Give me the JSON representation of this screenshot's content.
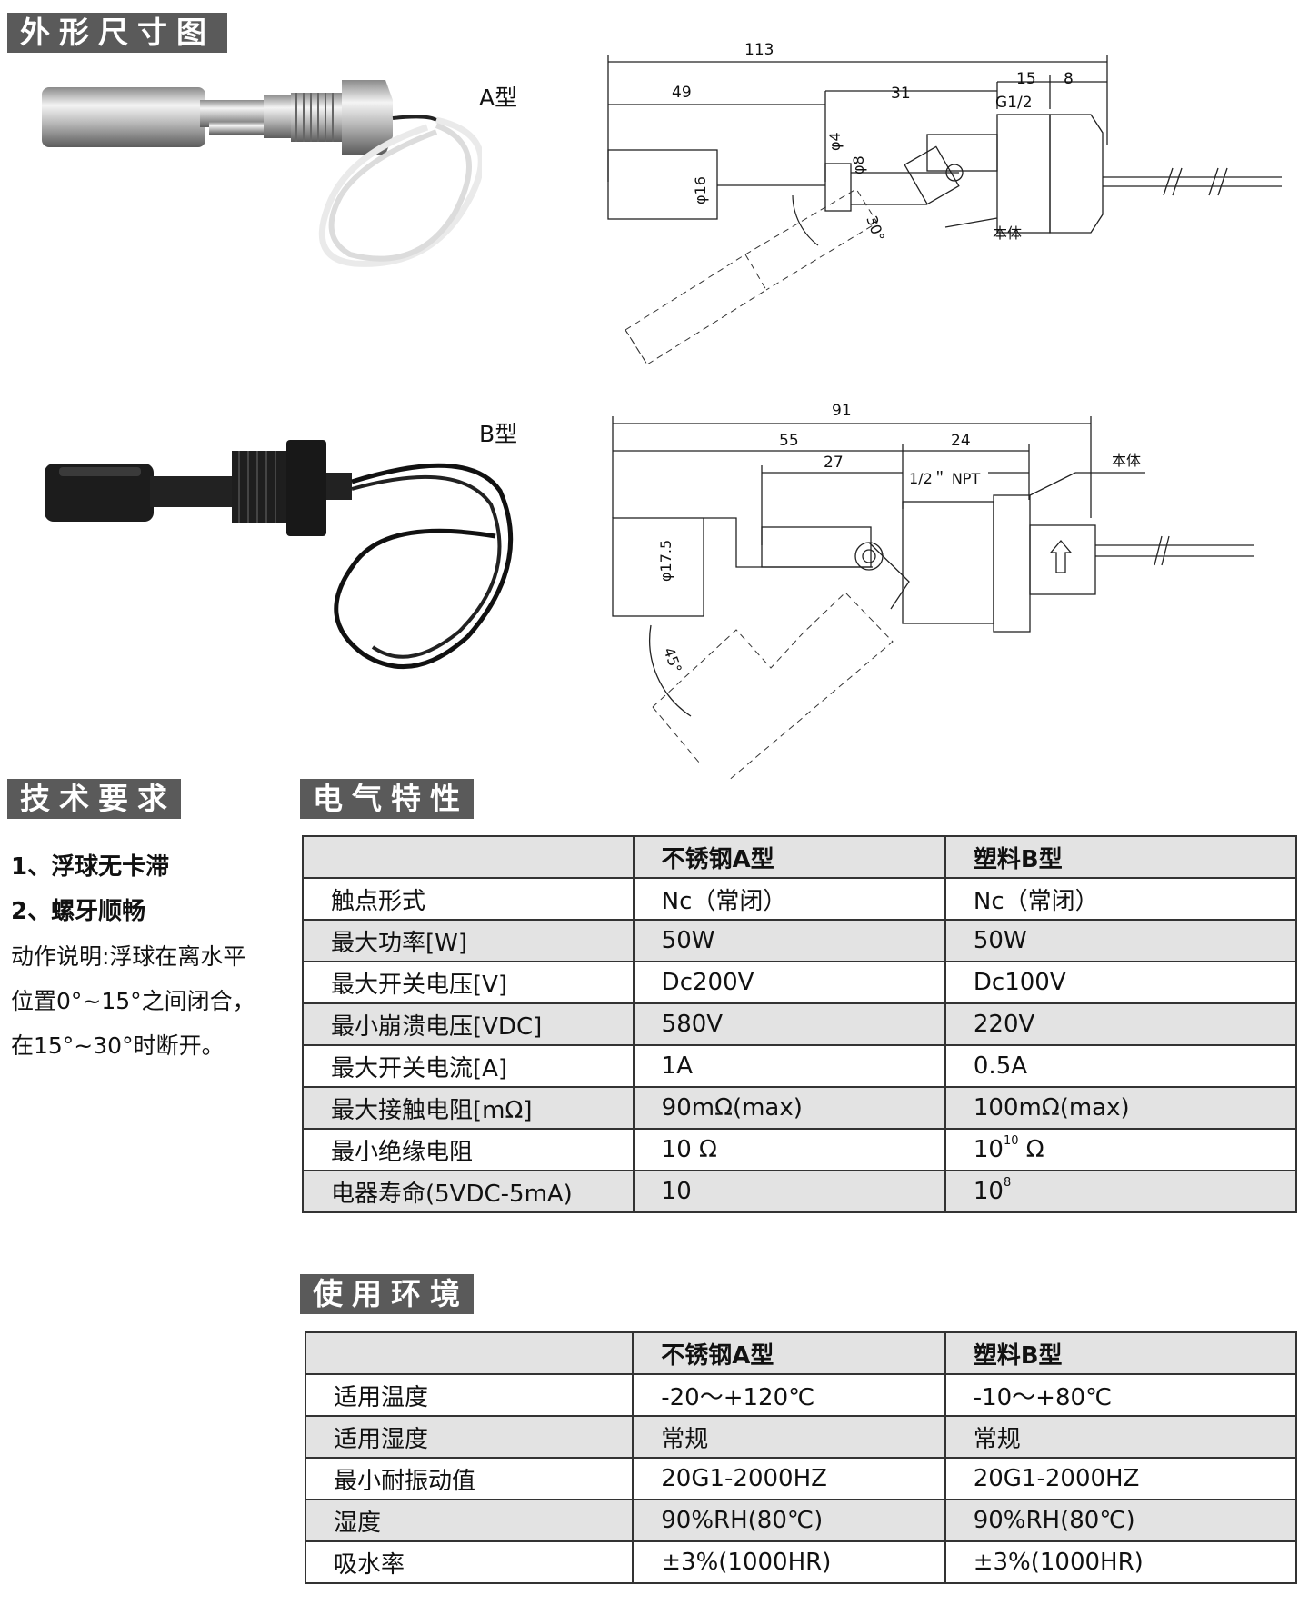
{
  "sections": {
    "outline": "外形尺寸图",
    "tech": "技术要求",
    "electrical": "电气特性",
    "environment": "使用环境"
  },
  "types": {
    "a": "A型",
    "b": "B型"
  },
  "drawing_a": {
    "dims": {
      "total": "113",
      "float_len": "49",
      "stem": "31",
      "thread": "15",
      "nut": "8",
      "thread_spec": "G1/2",
      "d_stem": "φ4",
      "d_rod": "φ8",
      "d_float": "φ16",
      "angle": "30°",
      "body": "本体"
    }
  },
  "drawing_b": {
    "dims": {
      "total": "91",
      "left": "55",
      "right": "24",
      "inner": "27",
      "thread_spec": "1/2＂ NPT",
      "d_float": "φ17.5",
      "angle": "45°",
      "body": "本体"
    }
  },
  "requirements": {
    "items": [
      "1、浮球无卡滞",
      "2、螺牙顺畅"
    ],
    "note": "动作说明:浮球在离水平位置0°~15°之间闭合，在15°~30°时断开。"
  },
  "electrical": {
    "header": [
      "",
      "不锈钢A型",
      "塑料B型"
    ],
    "rows": [
      [
        "触点形式",
        "Nc（常闭）",
        "Nc（常闭）"
      ],
      [
        "最大功率[W]",
        "50W",
        "50W"
      ],
      [
        "最大开关电压[V]",
        "Dc200V",
        "Dc100V"
      ],
      [
        "最小崩溃电压[VDC]",
        "580V",
        "220V"
      ],
      [
        "最大开关电流[A]",
        "1A",
        "0.5A"
      ],
      [
        "最大接触电阻[mΩ]",
        "90mΩ(max)",
        "100mΩ(max)"
      ],
      [
        "最小绝缘电阻",
        "10 Ω",
        "10"
      ],
      [
        "电器寿命(5VDC-5mA)",
        "10",
        "10"
      ]
    ],
    "sup": {
      "insulation_b": "10",
      "insulation_b_unit": " Ω",
      "life_b": "8"
    }
  },
  "environment": {
    "header": [
      "",
      "不锈钢A型",
      "塑料B型"
    ],
    "rows": [
      [
        "适用温度",
        "-20～+120℃",
        "-10～+80℃"
      ],
      [
        "适用湿度",
        "常规",
        "常规"
      ],
      [
        "最小耐振动值",
        "20G1-2000HZ",
        "20G1-2000HZ"
      ],
      [
        "湿度",
        "90%RH(80℃)",
        "90%RH(80℃)"
      ],
      [
        "吸水率",
        "±3%(1000HR)",
        "±3%(1000HR)"
      ]
    ]
  }
}
